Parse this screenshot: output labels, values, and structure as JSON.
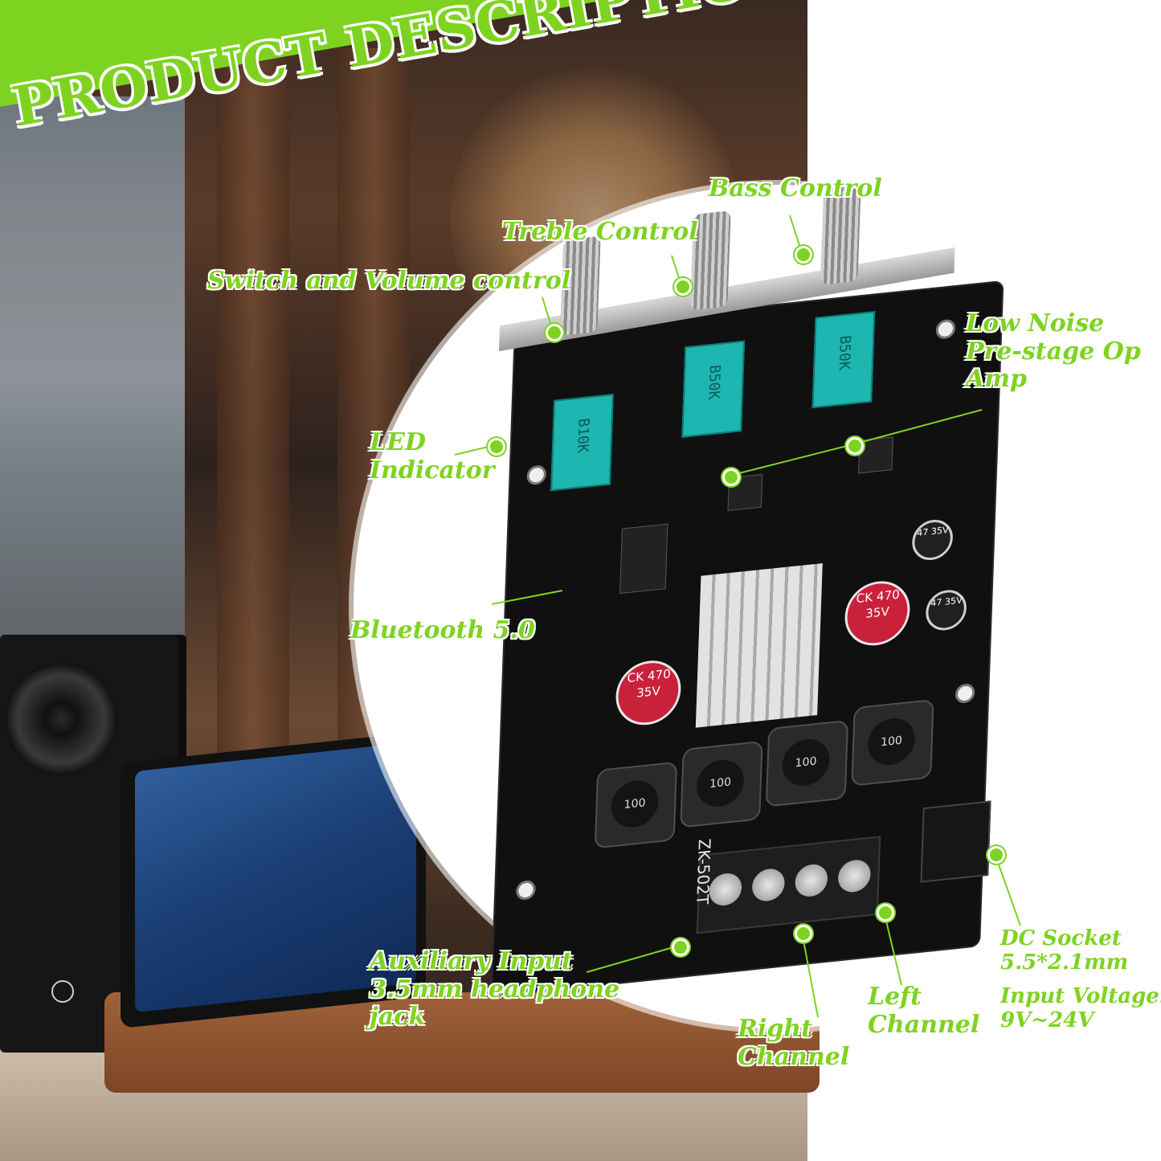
{
  "header": {
    "title": "PRODUCT DESCRIPTION"
  },
  "callouts": {
    "bass": "Bass Control",
    "treble": "Treble Control",
    "volume": "Switch and Volume control",
    "op_amp": [
      "Low Noise",
      "Pre-stage Op",
      "Amp"
    ],
    "led": [
      "LED",
      "Indicator"
    ],
    "bluetooth": "Bluetooth 5.0",
    "aux": [
      "Auxiliary Input",
      "3.5mm headphone",
      "jack"
    ],
    "right": [
      "Right",
      "Channel"
    ],
    "left": [
      "Left",
      "Channel"
    ],
    "dc": [
      "DC Socket",
      "5.5*2.1mm"
    ],
    "voltage": [
      "Input Voltage:",
      "9V~24V"
    ]
  },
  "board": {
    "model": "ZK-502T",
    "pots": [
      "B10K",
      "B50K",
      "B50K"
    ],
    "caps_large": [
      "CK 470 35V",
      "CK 470 35V"
    ],
    "caps_small": [
      "47 35V",
      "47 35V"
    ],
    "inductors": [
      "100",
      "100",
      "100",
      "100"
    ]
  },
  "colors": {
    "accent": "#7ed321",
    "pot": "#1db6b0",
    "capacitor": "#c9213a"
  }
}
